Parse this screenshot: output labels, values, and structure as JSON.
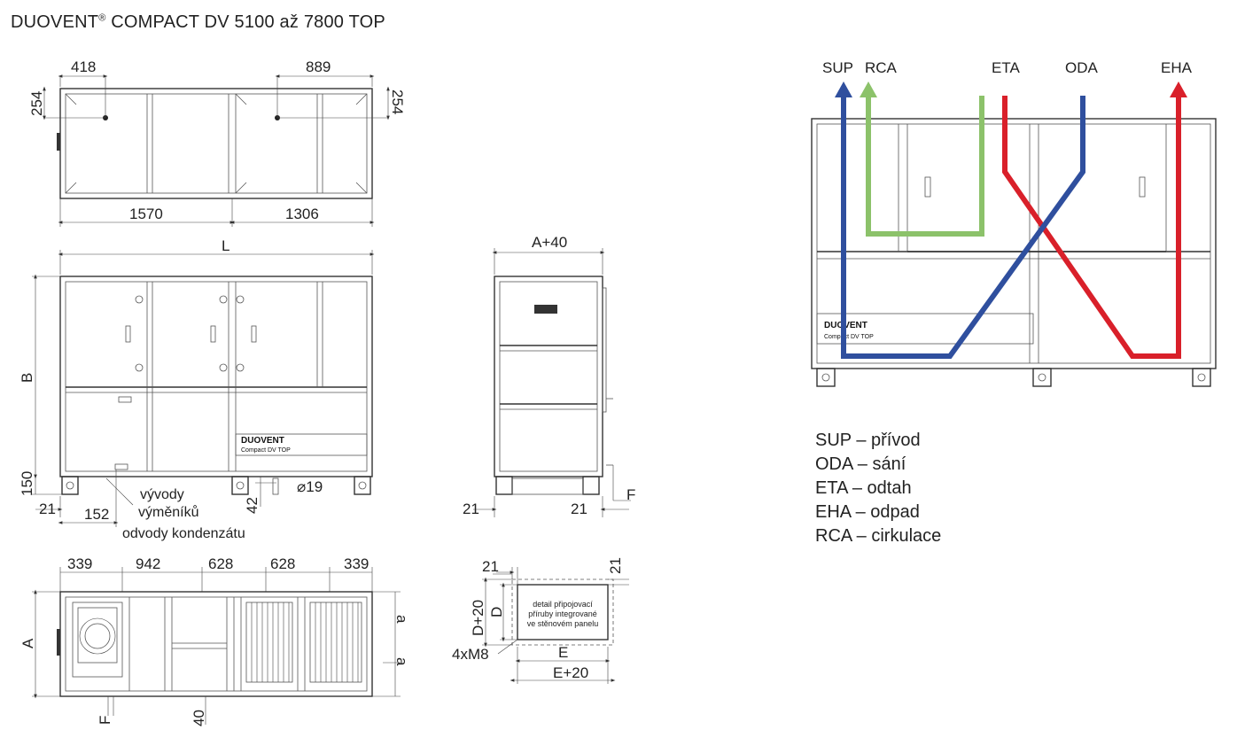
{
  "title": {
    "brand": "DUOVENT",
    "reg": "®",
    "rest": " COMPACT DV 5100 až 7800 TOP"
  },
  "top_view": {
    "d418": "418",
    "d889": "889",
    "d254_left": "254",
    "d254_right": "254",
    "d1570": "1570",
    "d1306": "1306"
  },
  "front_view": {
    "L": "L",
    "B": "B",
    "d150": "150",
    "d21": "21",
    "d152": "152",
    "d42": "42",
    "phi19": "⌀19",
    "vyvody_1": "vývody",
    "vyvody_2": "výměníků",
    "odvody": "odvody kondenzátu",
    "brand": "DUOVENT",
    "brand_sub": "Compact DV TOP"
  },
  "side_view": {
    "A40": "A+40",
    "d21_left": "21",
    "d21_right": "21",
    "F": "F"
  },
  "bottom_view": {
    "d339a": "339",
    "d942": "942",
    "d628a": "628",
    "d628b": "628",
    "d339b": "339",
    "A": "A",
    "a1": "a",
    "a2": "a",
    "F": "F",
    "d40": "40"
  },
  "detail": {
    "d21_top": "21",
    "d21_right": "21",
    "D20": "D+20",
    "D": "D",
    "M8": "4xM8",
    "E": "E",
    "E20": "E+20",
    "note_1": "detail připojovací",
    "note_2": "příruby integrované",
    "note_3": "ve stěnovém panelu"
  },
  "schematic": {
    "tags": [
      "SUP",
      "RCA",
      "ETA",
      "ODA",
      "EHA"
    ],
    "brand": "DUOVENT",
    "brand_sub": "Compact DV TOP",
    "colors": {
      "blue": "#2f4f9e",
      "green": "#8cc26a",
      "red": "#d9202a"
    }
  },
  "legend": [
    "SUP – přívod",
    "ODA – sání",
    "ETA – odtah",
    "EHA – odpad",
    "RCA – cirkulace"
  ]
}
